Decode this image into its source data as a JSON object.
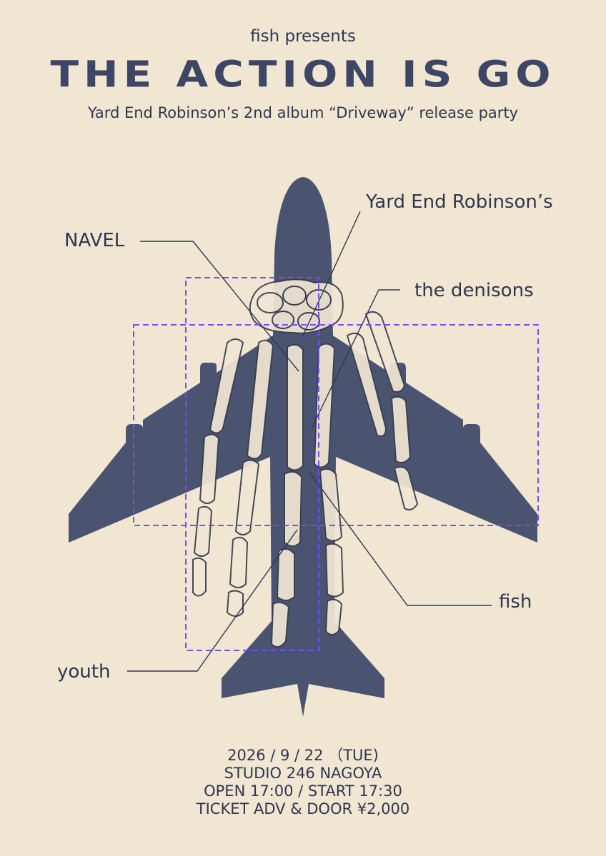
{
  "header": {
    "presenter": "fish presents",
    "title": "THE ACTION IS GO",
    "subtitle": "Yard End Robinson’s 2nd album “Driveway” release party"
  },
  "bands": {
    "yard_end": "Yard End Robinson’s",
    "navel": "NAVEL",
    "denisons": "the denisons",
    "fish": "fish",
    "youth": "youth"
  },
  "event": {
    "date": "2026 / 9 / 22 （TUE)",
    "venue": "STUDIO 246 NAGOYA",
    "times": "OPEN 17:00 / START 17:30",
    "ticket": "TICKET ADV & DOOR ¥2,000"
  },
  "colors": {
    "background": "#f1e6d2",
    "airplane": "#4a5471",
    "bone": "#f0e6d4",
    "dashed_frame": "#7a4df0"
  }
}
